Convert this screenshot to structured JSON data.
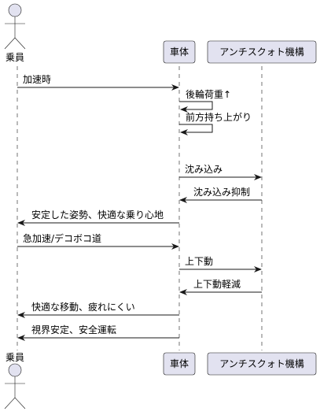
{
  "participants": {
    "rider": "乗員",
    "body": "車体",
    "antisquat": "アンチスクォト機構"
  },
  "messages": [
    {
      "from": "rider",
      "to": "body",
      "label": "加速時"
    },
    {
      "from": "body",
      "to": "body",
      "label": "後輪荷重↑"
    },
    {
      "from": "body",
      "to": "body",
      "label": "前方持ち上がり"
    },
    {
      "from": "body",
      "to": "antisquat",
      "label": "沈み込み"
    },
    {
      "from": "antisquat",
      "to": "body",
      "label": "沈み込み抑制"
    },
    {
      "from": "body",
      "to": "rider",
      "label": "安定した姿勢、快適な乗り心地"
    },
    {
      "from": "rider",
      "to": "body",
      "label": "急加速/デコボコ道"
    },
    {
      "from": "body",
      "to": "antisquat",
      "label": "上下動"
    },
    {
      "from": "antisquat",
      "to": "body",
      "label": "上下動軽減"
    },
    {
      "from": "body",
      "to": "rider",
      "label": "快適な移動、疲れにくい"
    },
    {
      "from": "body",
      "to": "rider",
      "label": "視界安定、安全運転"
    }
  ],
  "colors": {
    "box_fill": "#e2e2f0",
    "box_stroke": "#181818",
    "line": "#181818",
    "lifeline": "#181818"
  }
}
